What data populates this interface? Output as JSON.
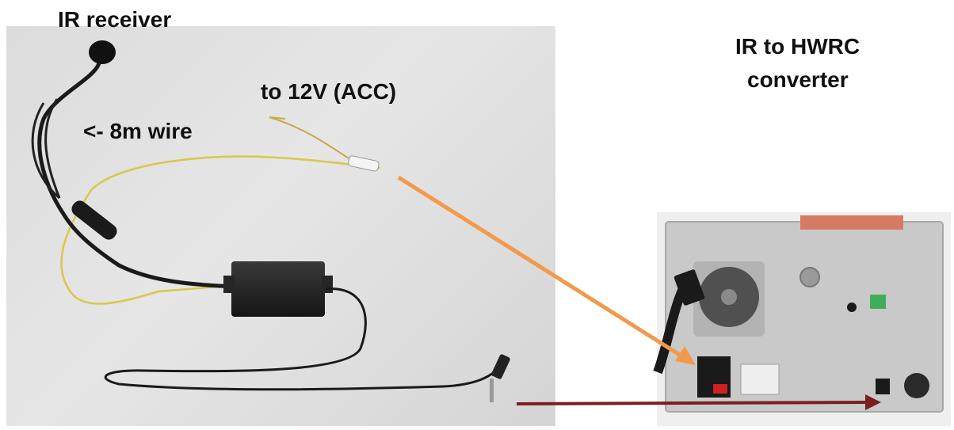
{
  "labels": {
    "ir_receiver": "IR receiver",
    "wire": "<- 8m wire",
    "power": "to 12V (ACC)",
    "converter_line1": "IR to HWRC",
    "converter_line2": "converter"
  },
  "colors": {
    "label_text": "#111111",
    "orange_arrow": "#f29a4a",
    "dark_red_arrow": "#7a1f1f",
    "yellow_wire": "#d8c84a",
    "black_cable": "#1a1a1a",
    "head_unit_panel": "#c9c9c9"
  }
}
